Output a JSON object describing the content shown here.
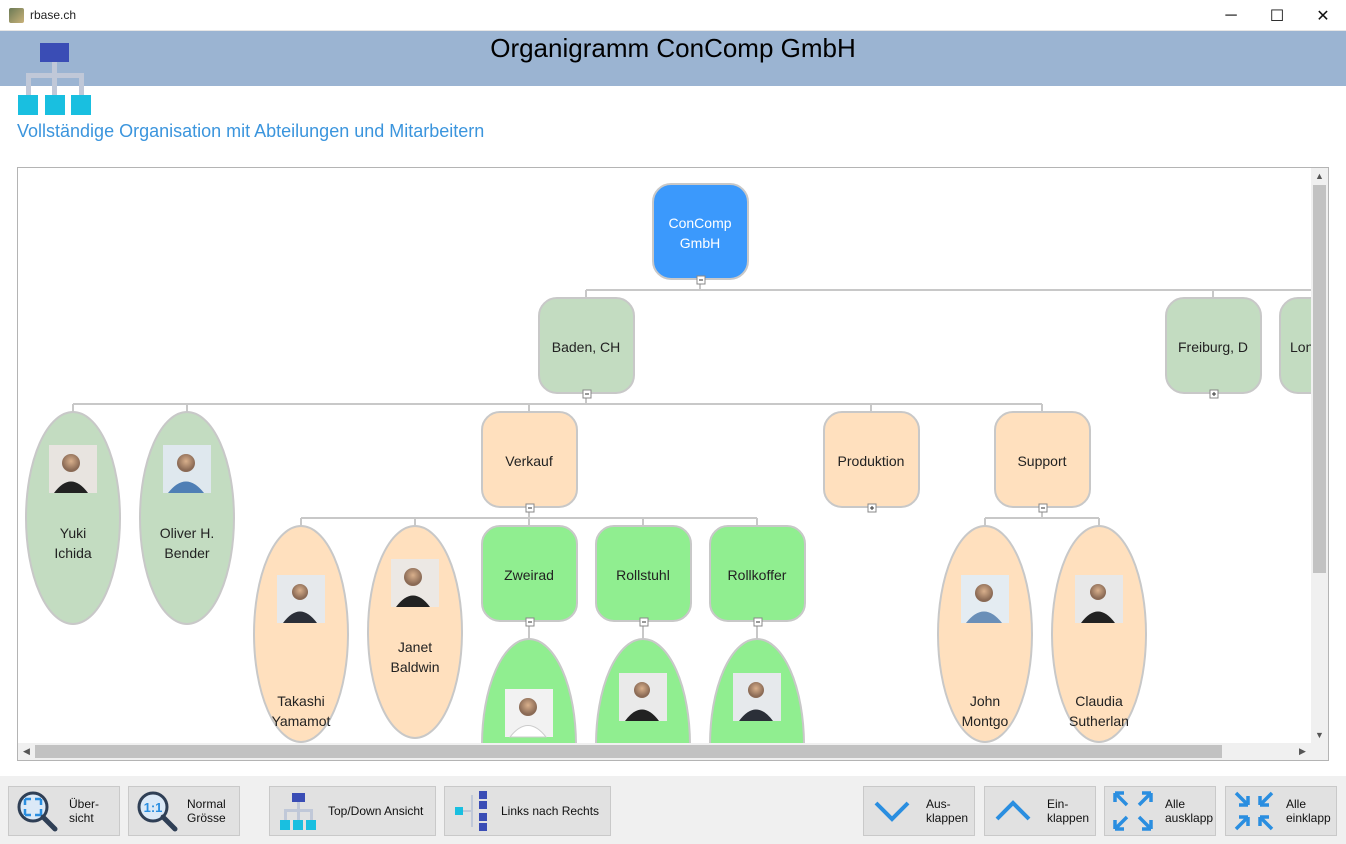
{
  "window": {
    "title": "rbase.ch",
    "controls": {
      "minimize": "─",
      "maximize": "☐",
      "close": "✕"
    }
  },
  "header": {
    "title": "Organigramm ConComp GmbH",
    "subtitle": "Vollständige Organisation mit Abteilungen und Mitarbeitern",
    "logo_icon": "org-chart-icon"
  },
  "org": {
    "root": "ConComp GmbH",
    "locations": [
      "Baden, CH",
      "Freiburg, D",
      "Lon"
    ],
    "baden_staff": [
      "Yuki Ichida",
      "Oliver H. Bender"
    ],
    "departments": [
      "Verkauf",
      "Produktion",
      "Support"
    ],
    "verkauf_staff": [
      "Takashi Yamamot",
      "Janet Baldwin"
    ],
    "verkauf_teams": [
      "Zweirad",
      "Rollstuhl",
      "Rollkoffer"
    ],
    "support_staff": [
      "John Montgo",
      "Claudia Sutherlan"
    ]
  },
  "colors": {
    "root": "#3b99fc",
    "location": "#c3dcc1",
    "department": "#ffe0be",
    "team": "#90ee90",
    "banner": "#9bb4d2",
    "accent": "#3b95dd"
  },
  "toolbar": {
    "overview": "Über-\nsicht",
    "normal_size": "Normal\nGrösse",
    "top_down": "Top/Down Ansicht",
    "left_right": "Links nach Rechts",
    "expand": "Aus-\nklappen",
    "collapse": "Ein-\nklappen",
    "expand_all": "Alle\nausklapp",
    "collapse_all": "Alle\neinklapp"
  }
}
